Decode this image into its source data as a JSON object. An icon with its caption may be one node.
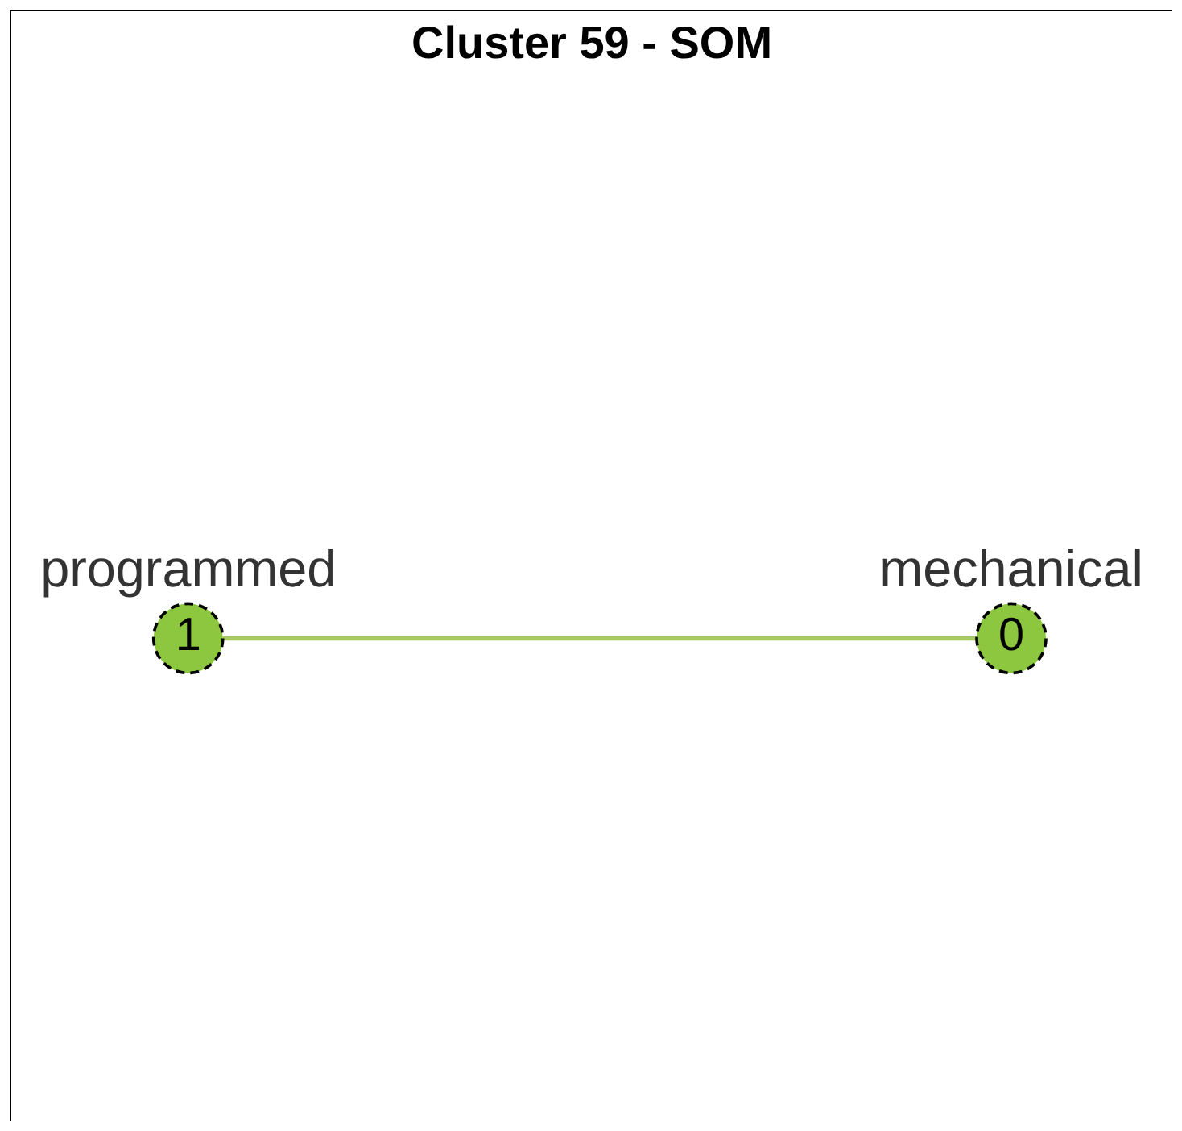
{
  "diagram": {
    "title": "Cluster 59 - SOM",
    "nodes": [
      {
        "text": [
          "1"
        ],
        "beside": [
          "programmed"
        ]
      },
      {
        "text": [
          "0"
        ],
        "beside": [
          "mechanical"
        ]
      }
    ],
    "edges": [
      {
        "from": 0,
        "to": 1,
        "arrow": "none",
        "color": "#a8c860"
      }
    ]
  }
}
